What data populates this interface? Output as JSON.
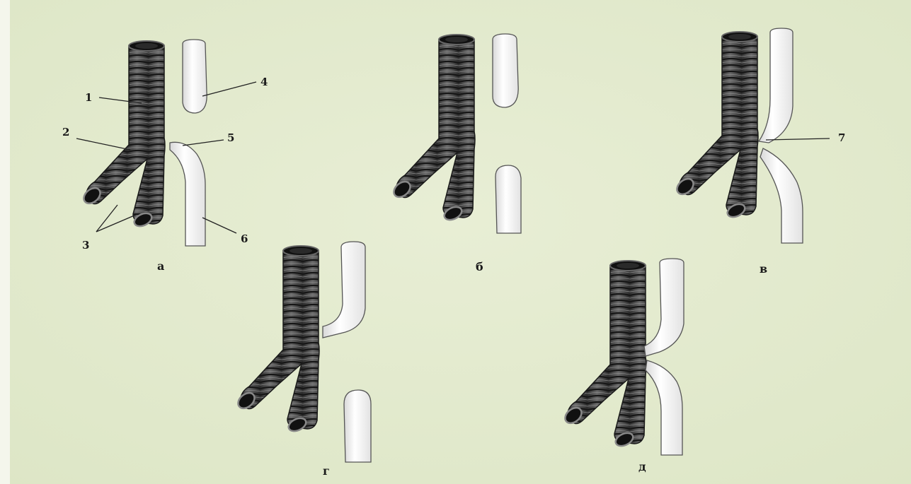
{
  "colors": {
    "background": "#e4ebcf",
    "trachea_dark": "#3f3f3f",
    "trachea_ring": "#1e1e1e",
    "esophagus_fill": "#ffffff",
    "esophagus_stroke": "#555555"
  },
  "labels": {
    "n1": "1",
    "n2": "2",
    "n3": "3",
    "n4": "4",
    "n5": "5",
    "n6": "6",
    "n7": "7"
  },
  "panels": [
    {
      "id": "a",
      "caption": "а"
    },
    {
      "id": "b",
      "caption": "б"
    },
    {
      "id": "v",
      "caption": "в"
    },
    {
      "id": "g",
      "caption": "г"
    },
    {
      "id": "d",
      "caption": "д"
    }
  ]
}
